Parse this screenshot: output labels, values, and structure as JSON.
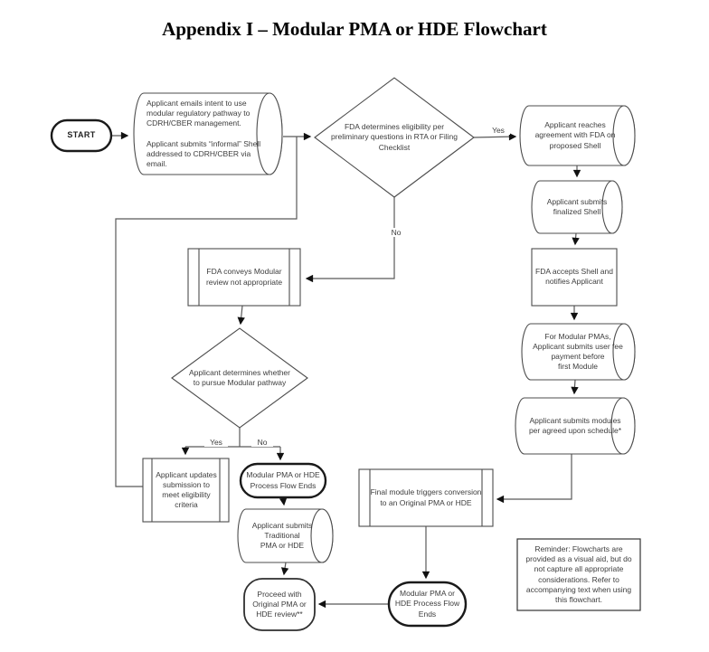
{
  "page": {
    "title": "Appendix I – Modular PMA or HDE Flowchart"
  },
  "flowchart": {
    "start_label": "START",
    "nodes": {
      "intent": "Applicant emails intent to use\nmodular regulatory pathway to\nCDRH/CBER management.\n\nApplicant submits “informal” Shell\naddressed to CDRH/CBER via email.",
      "eligibility_decision": "FDA determines eligibility per\npreliminary questions in RTA or Filing\nChecklist",
      "agreement": "Applicant reaches\nagreement with FDA on\nproposed Shell",
      "finalized_shell": "Applicant submits\nfinalized Shell",
      "accepts_shell": "FDA accepts Shell and\nnotifies Applicant",
      "user_fee": "For Modular PMAs,\nApplicant submits user fee\npayment before\nfirst Module",
      "submits_modules": "Applicant submits modules\nper agreed upon schedule*",
      "not_appropriate": "FDA conveys Modular\nreview not appropriate",
      "pursue_decision": "Applicant determines whether\nto pursue Modular pathway",
      "updates_submission": "Applicant updates\nsubmission to\nmeet eligibility\ncriteria",
      "flow_ends_1": "Modular PMA or HDE\nProcess Flow Ends",
      "traditional": "Applicant submits\nTraditional\nPMA or HDE",
      "proceed_original": "Proceed with\nOriginal PMA or\nHDE review**",
      "final_module": "Final module triggers conversion\nto an Original PMA or HDE",
      "flow_ends_2": "Modular PMA or\nHDE Process Flow\nEnds",
      "reminder": "Reminder: Flowcharts are\nprovided as a visual aid, but do\nnot capture all appropriate\nconsiderations. Refer to\naccompanying text when using\nthis flowchart."
    },
    "edge_labels": {
      "eligibility_yes": "Yes",
      "eligibility_no": "No",
      "pursue_yes": "Yes",
      "pursue_no": "No"
    },
    "colors": {
      "line": "#595959",
      "shape_border": "#4d4d4d",
      "terminator_border": "#1a1a1a",
      "text": "#3d3d3d",
      "title": "#000000"
    }
  }
}
